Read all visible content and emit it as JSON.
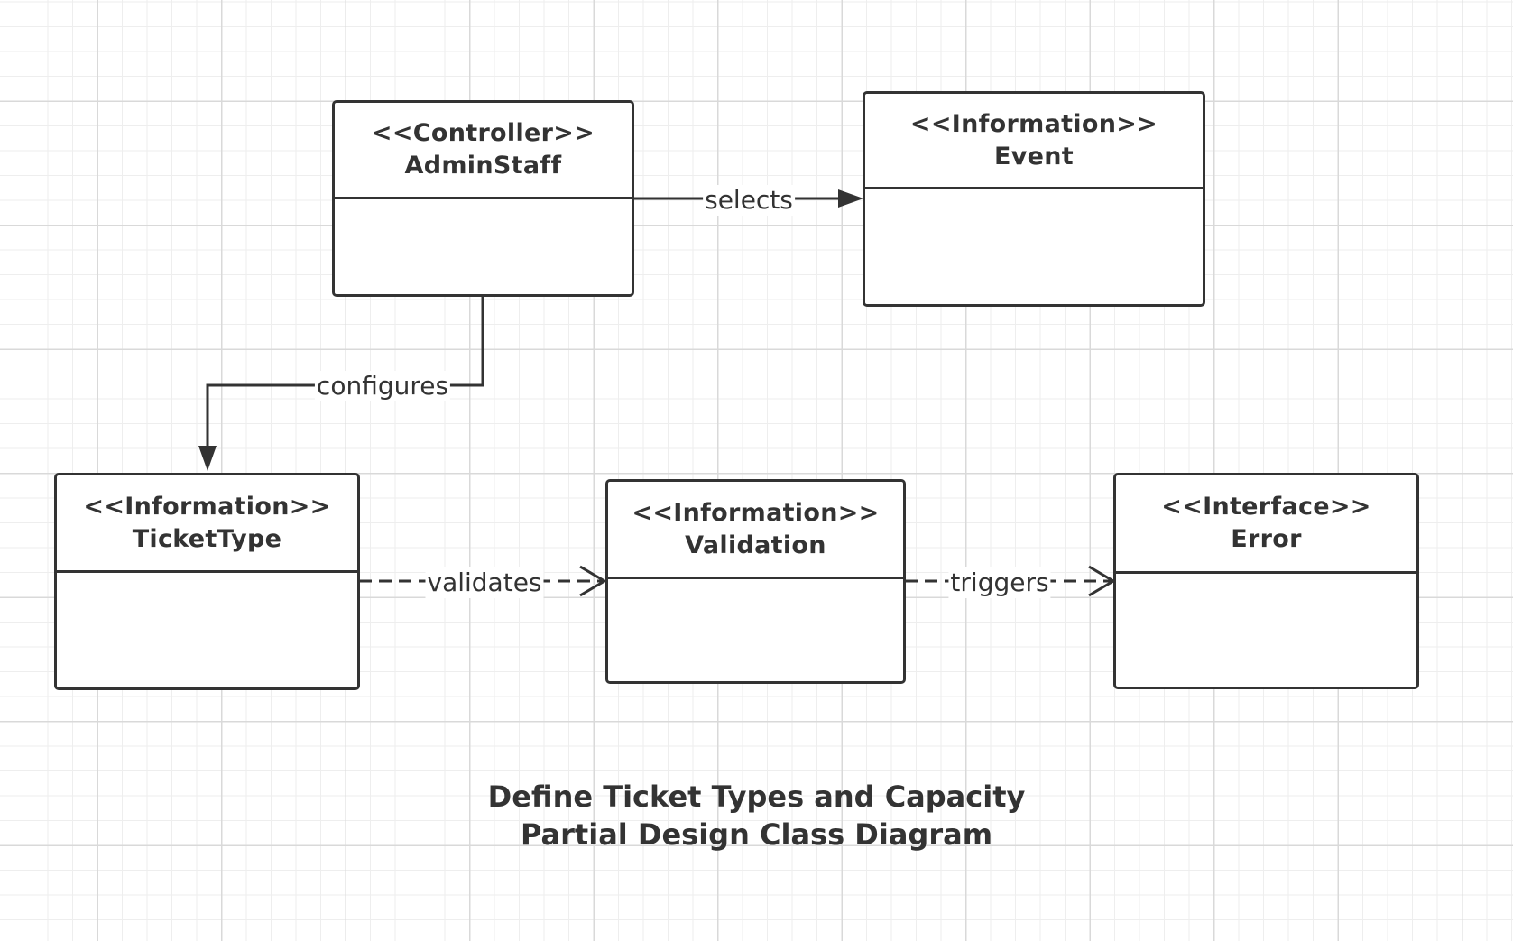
{
  "classes": {
    "admin_staff": {
      "stereotype": "<<Controller>>",
      "name": "AdminStaff"
    },
    "event": {
      "stereotype": "<<Information>>",
      "name": "Event"
    },
    "ticket_type": {
      "stereotype": "<<Information>>",
      "name": "TicketType"
    },
    "validation": {
      "stereotype": "<<Information>>",
      "name": "Validation"
    },
    "error": {
      "stereotype": "<<Interface>>",
      "name": "Error"
    }
  },
  "relationships": {
    "selects": {
      "label": "selects",
      "from": "AdminStaff",
      "to": "Event",
      "style": "solid-filled-arrow"
    },
    "configures": {
      "label": "configures",
      "from": "AdminStaff",
      "to": "TicketType",
      "style": "solid-filled-arrow"
    },
    "validates": {
      "label": "validates",
      "from": "TicketType",
      "to": "Validation",
      "style": "dashed-open-arrow"
    },
    "triggers": {
      "label": "triggers",
      "from": "Validation",
      "to": "Error",
      "style": "dashed-open-arrow"
    }
  },
  "title": {
    "line1": "Define Ticket Types and Capacity",
    "line2": "Partial Design Class Diagram"
  },
  "colors": {
    "stroke": "#333333",
    "background": "#ffffff",
    "grid": "#d9d9d9"
  }
}
